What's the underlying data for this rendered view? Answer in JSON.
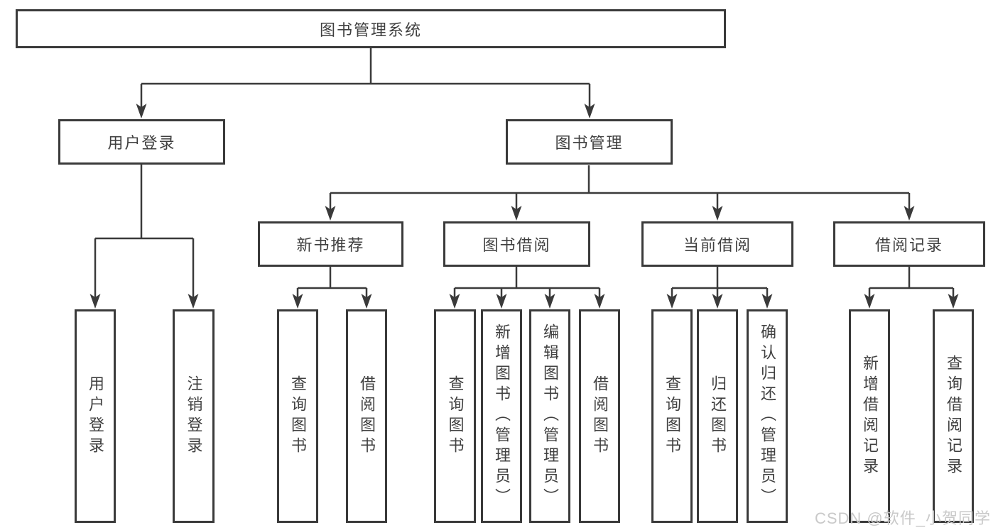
{
  "diagram": {
    "title": "图书管理系统",
    "level2": [
      {
        "label": "用户登录",
        "children": [
          {
            "label": "用户登录"
          },
          {
            "label": "注销登录"
          }
        ]
      },
      {
        "label": "图书管理",
        "children": [
          {
            "label": "新书推荐",
            "children": [
              {
                "label": "查询图书"
              },
              {
                "label": "借阅图书"
              }
            ]
          },
          {
            "label": "图书借阅",
            "children": [
              {
                "label": "查询图书"
              },
              {
                "label": "新增图书（管理员）"
              },
              {
                "label": "编辑图书（管理员）"
              },
              {
                "label": "借阅图书"
              }
            ]
          },
          {
            "label": "当前借阅",
            "children": [
              {
                "label": "查询图书"
              },
              {
                "label": "归还图书"
              },
              {
                "label": "确认归还（管理员）"
              }
            ]
          },
          {
            "label": "借阅记录",
            "children": [
              {
                "label": "新增借阅记录"
              },
              {
                "label": "查询借阅记录"
              }
            ]
          }
        ]
      }
    ]
  },
  "watermark": {
    "text": "CSDN @软件_小贺同学"
  },
  "colors": {
    "line": "#3a3a3a",
    "text": "#404040",
    "watermark": "#c9c9c9",
    "background": "#ffffff"
  }
}
